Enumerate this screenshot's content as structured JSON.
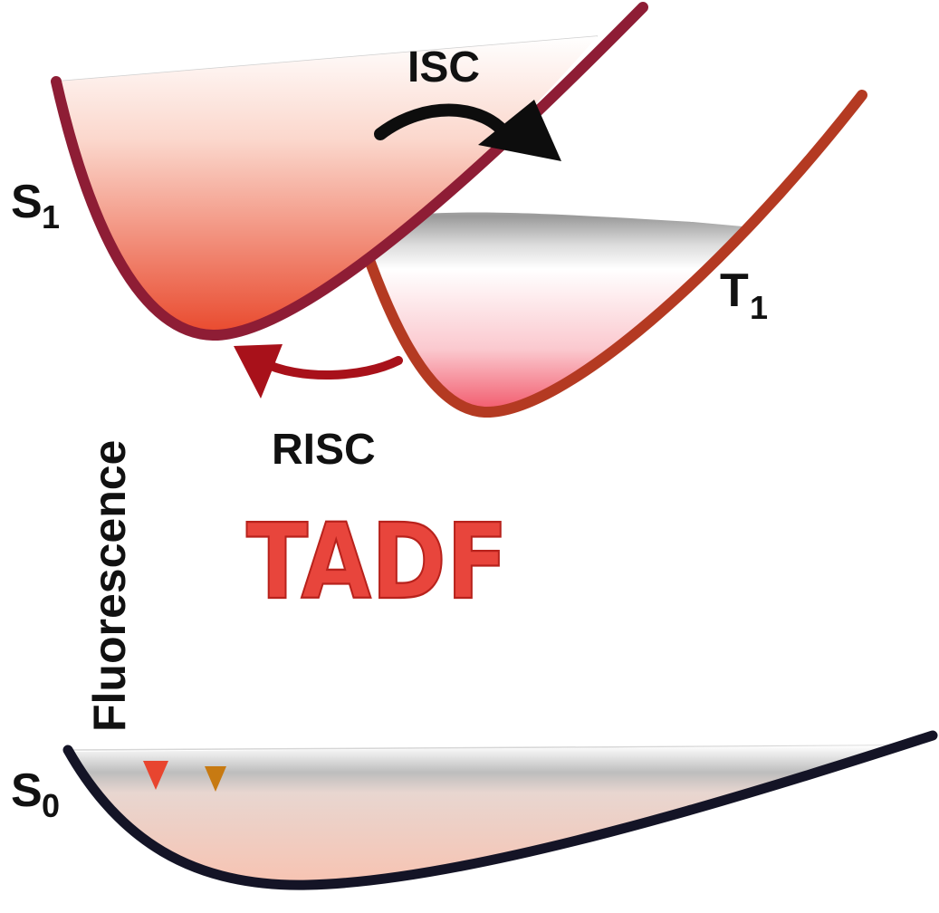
{
  "labels": {
    "s1_main": "S",
    "s1_sub": "1",
    "t1_main": "T",
    "t1_sub": "1",
    "s0_main": "S",
    "s0_sub": "0",
    "isc": "ISC",
    "risc": "RISC",
    "fluorescence": "Fluorescence",
    "tadf": "TADF"
  },
  "colors": {
    "s1_curve": "#8e1d35",
    "t1_curve": "#b43a22",
    "s0_curve": "#141426",
    "s1_fill_top": "#ffffff",
    "s1_fill_bottom": "#e94a2e",
    "t1_fill": "#f25c6e",
    "s0_fill": "#f6c3b2",
    "isc_arrow": "#0d0d0d",
    "risc_arrow": "#a8111a",
    "fluorescence_arrow": "#e8452f",
    "delayed_arrow": "#c77a12",
    "tadf_text": "#e8453c"
  }
}
